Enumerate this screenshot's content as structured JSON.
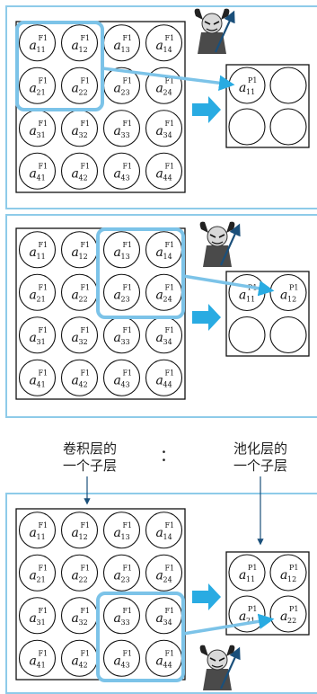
{
  "conv_layer_label": "F1",
  "pool_layer_label": "P1",
  "conv_indices": [
    [
      "11",
      "12",
      "13",
      "14"
    ],
    [
      "21",
      "22",
      "23",
      "24"
    ],
    [
      "31",
      "32",
      "33",
      "34"
    ],
    [
      "41",
      "42",
      "43",
      "44"
    ]
  ],
  "pool_indices": [
    [
      "11",
      "12"
    ],
    [
      "21",
      "22"
    ]
  ],
  "panels": [
    {
      "pool_filled": 1
    },
    {
      "pool_filled": 2
    },
    {
      "pool_filled": 4
    }
  ],
  "legend": {
    "conv_line1": "卷积层的",
    "conv_line2": "一个子层",
    "separator": "：",
    "pool_line1": "池化层的",
    "pool_line2": "一个子层"
  },
  "colors": {
    "highlight": "#7cc3e8",
    "panel_border": "#8ecbe9",
    "arrow": "#29abe2"
  }
}
